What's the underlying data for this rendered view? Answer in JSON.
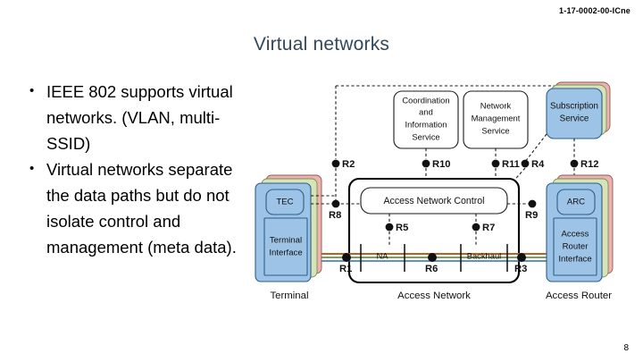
{
  "document_id": "1-17-0002-00-ICne",
  "page_number": "8",
  "slide": {
    "title": "Virtual networks",
    "bullets": [
      "IEEE 802 supports virtual networks. (VLAN, multi-SSID)",
      "Virtual networks separate the data paths but do not isolate control and management (meta data)."
    ]
  },
  "diagram": {
    "services": [
      {
        "id": "coordination-information-service",
        "label": "Coordination and Information Service",
        "lines": [
          "Coordination",
          "and",
          "Information",
          "Service"
        ],
        "style": "white"
      },
      {
        "id": "network-management-service",
        "label": "Network Management Service",
        "lines": [
          "Network",
          "Management",
          "Service"
        ],
        "style": "white"
      },
      {
        "id": "subscription-service",
        "label": "Subscription Service",
        "lines": [
          "Subscription",
          "Service"
        ],
        "style": "stacked-blue"
      }
    ],
    "terminal": {
      "caption": "Terminal",
      "control_box": "TEC",
      "interface_lines": [
        "Terminal",
        "Interface"
      ]
    },
    "access_network": {
      "caption": "Access Network",
      "control_box": "Access Network Control",
      "segments": [
        "NA",
        "Backhaul"
      ]
    },
    "access_router": {
      "caption": "Access Router",
      "control_box": "ARC",
      "interface_lines": [
        "Access",
        "Router",
        "Interface"
      ]
    },
    "reference_points": [
      {
        "id": "R1",
        "label": "R1"
      },
      {
        "id": "R2",
        "label": "R2"
      },
      {
        "id": "R3",
        "label": "R3"
      },
      {
        "id": "R4",
        "label": "R4"
      },
      {
        "id": "R5",
        "label": "R5"
      },
      {
        "id": "R6",
        "label": "R6"
      },
      {
        "id": "R7",
        "label": "R7"
      },
      {
        "id": "R8",
        "label": "R8"
      },
      {
        "id": "R9",
        "label": "R9"
      },
      {
        "id": "R10",
        "label": "R10"
      },
      {
        "id": "R11",
        "label": "R11"
      },
      {
        "id": "R12",
        "label": "R12"
      }
    ],
    "colors": {
      "box_blue": "#9dc3e6",
      "stack_green": "#d6e4b6",
      "stack_pink": "#edb3ae",
      "path_red": "#b5651d",
      "path_green": "#4e7a2f",
      "path_blue": "#2e6fa8",
      "title_color": "#33475b"
    }
  }
}
